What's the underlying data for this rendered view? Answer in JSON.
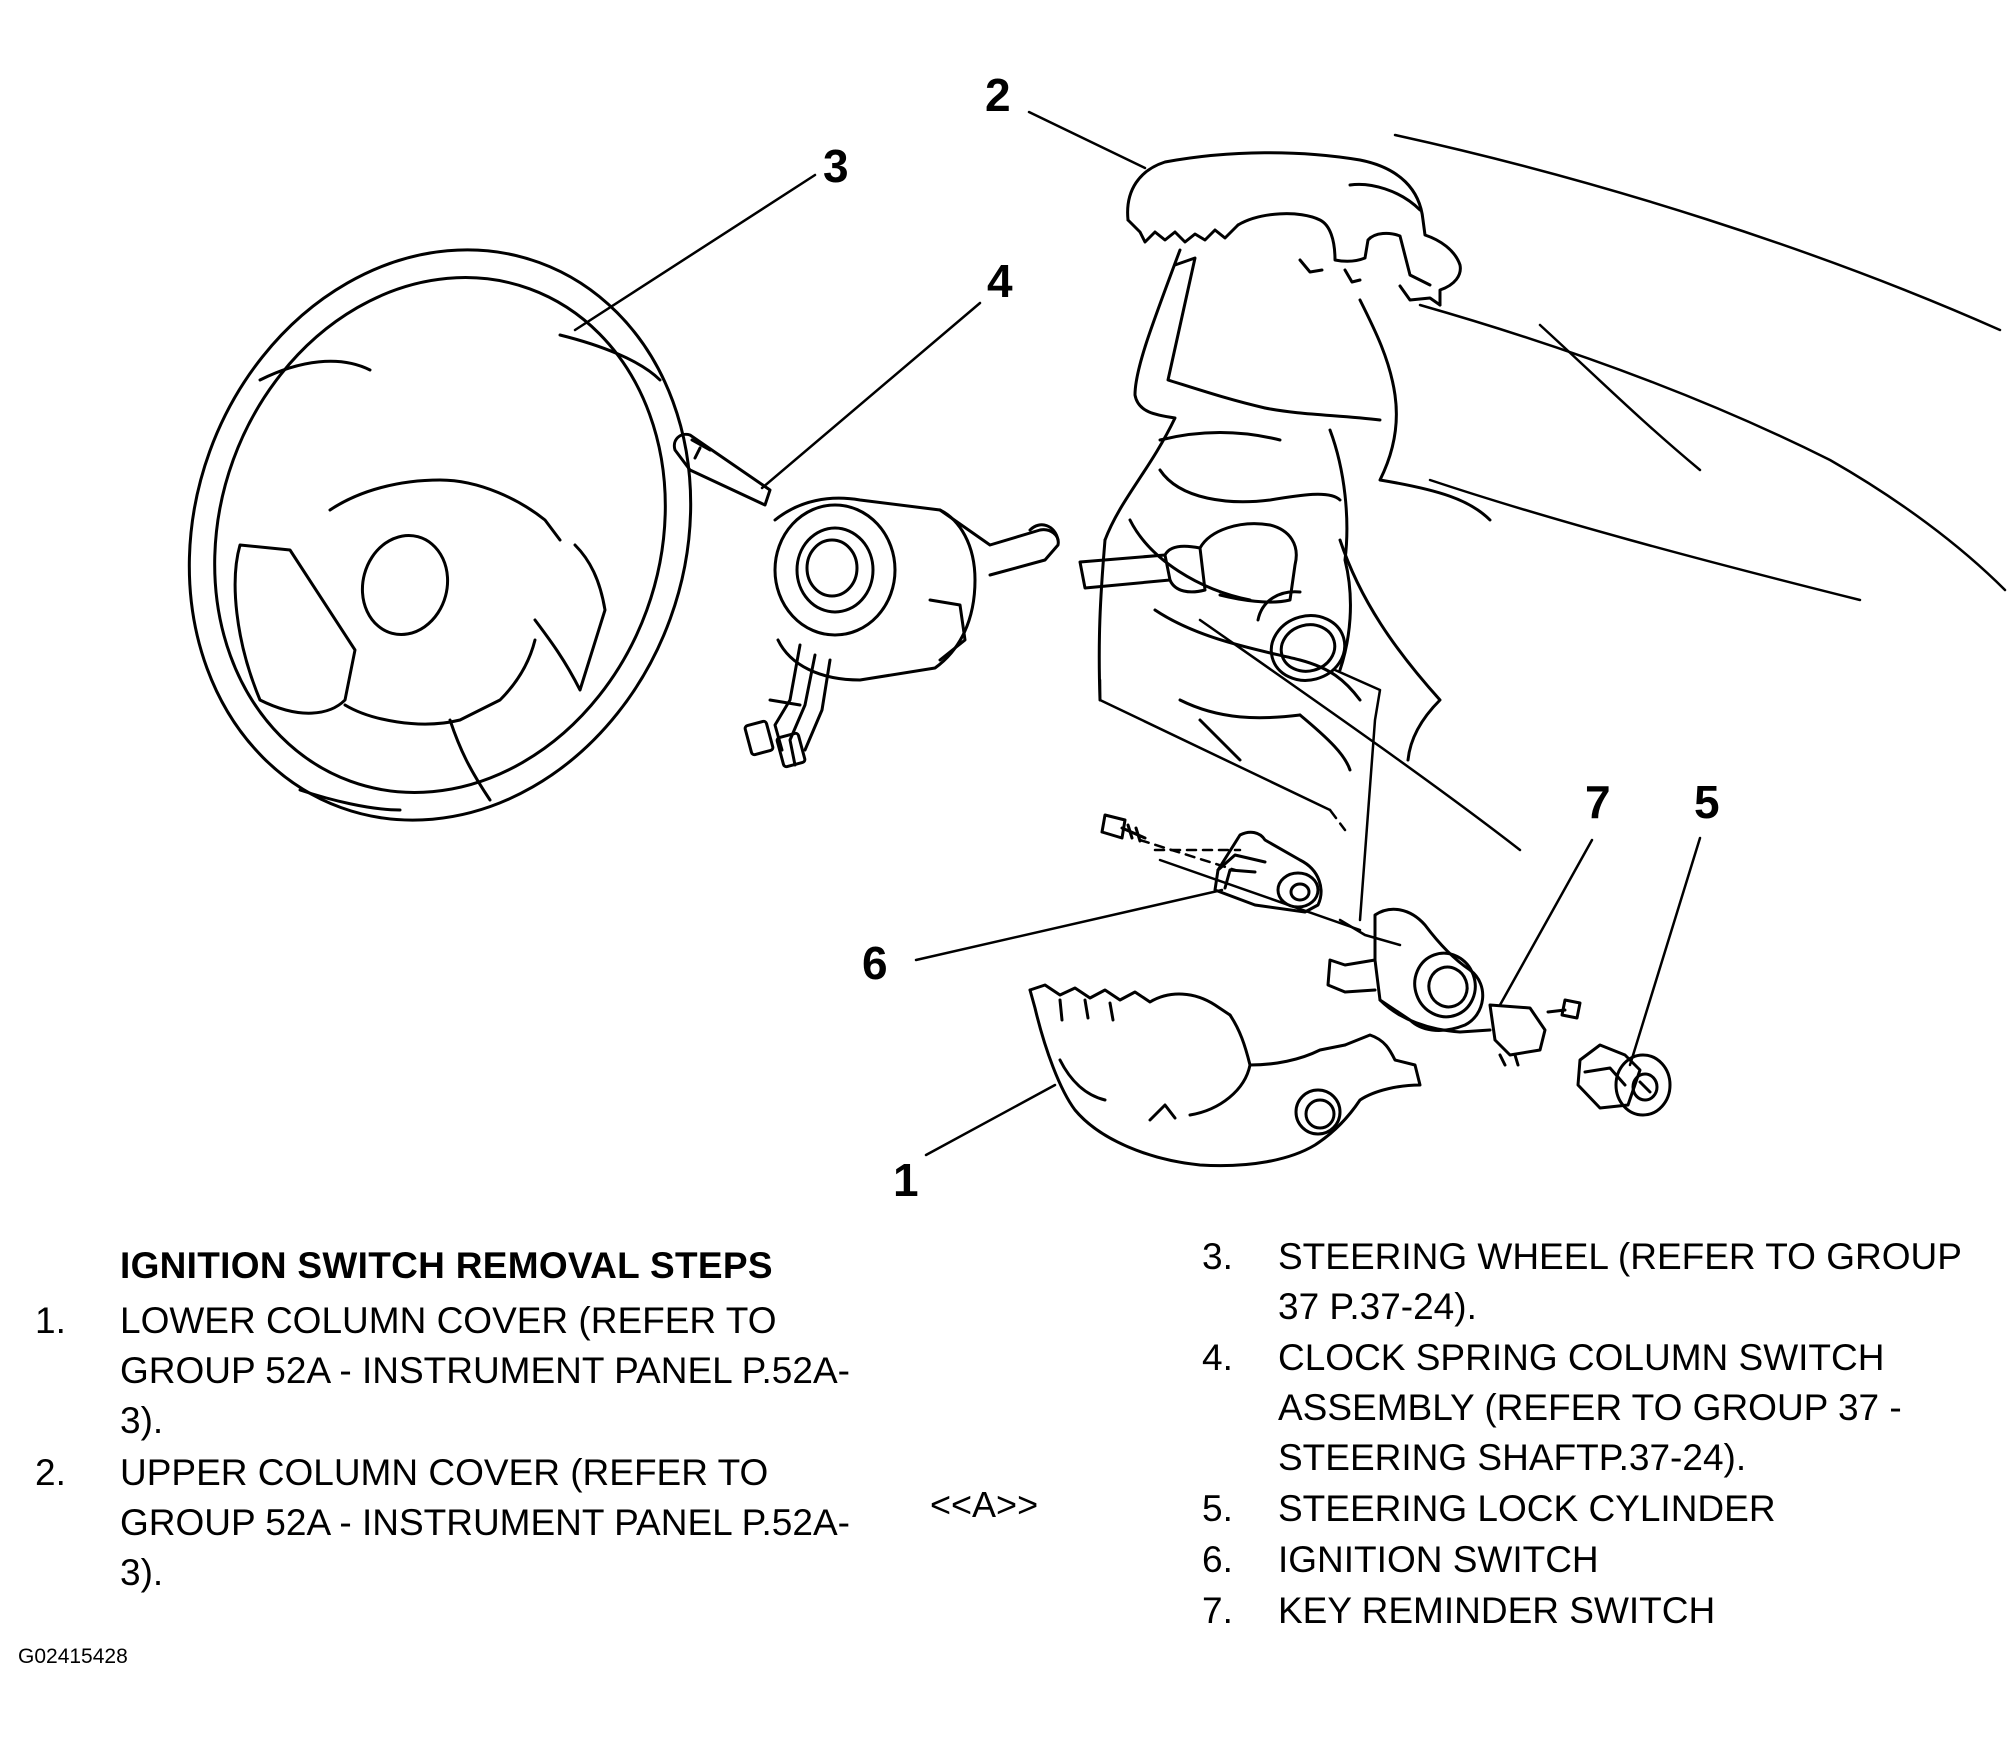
{
  "callouts": [
    "1",
    "2",
    "3",
    "4",
    "5",
    "6",
    "7"
  ],
  "steps_title": "IGNITION SWITCH REMOVAL STEPS",
  "steps": [
    {
      "num": "1.",
      "text": "LOWER COLUMN COVER (REFER TO GROUP 52A - INSTRUMENT PANEL P.52A-3)."
    },
    {
      "num": "2.",
      "text": "UPPER COLUMN COVER (REFER TO GROUP 52A - INSTRUMENT PANEL P.52A-3)."
    },
    {
      "num": "3.",
      "text": "STEERING WHEEL (REFER TO GROUP 37 P.37-24)."
    },
    {
      "num": "4.",
      "text": "CLOCK SPRING COLUMN SWITCH ASSEMBLY (REFER TO GROUP 37 - STEERING SHAFTP.37-24)."
    },
    {
      "num": "5.",
      "text": "STEERING LOCK CYLINDER"
    },
    {
      "num": "6.",
      "text": "IGNITION SWITCH"
    },
    {
      "num": "7.",
      "text": "KEY REMINDER SWITCH"
    }
  ],
  "step_marker": "<<A>>",
  "figure_id": "G02415428"
}
